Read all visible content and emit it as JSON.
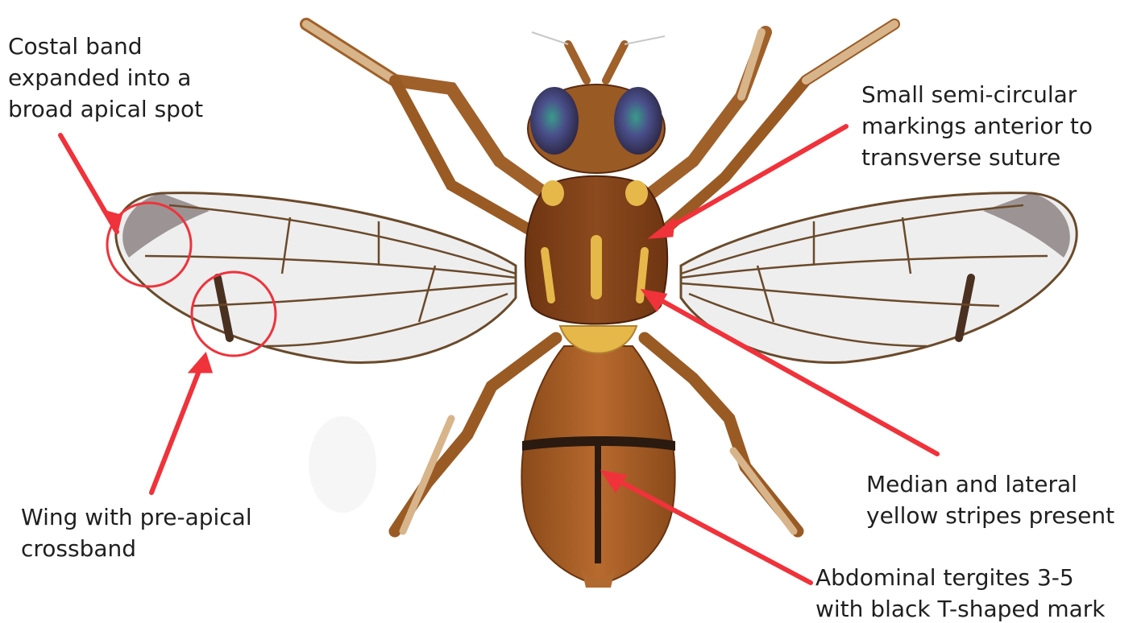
{
  "labels": {
    "costal_band": [
      "Costal band",
      "expanded into a",
      "broad apical spot"
    ],
    "semi_circular": [
      "Small semi-circular",
      "markings anterior to",
      "transverse suture"
    ],
    "pre_apical": [
      "Wing with pre-apical",
      "crossband"
    ],
    "yellow_stripes": [
      "Median and lateral",
      "yellow stripes present"
    ],
    "abdominal": [
      "Abdominal tergites 3-5",
      "with black T-shaped mark"
    ]
  },
  "colors": {
    "annotation": "#f0323a",
    "text": "#1f1f1f",
    "body_brown": "#8a4a1c",
    "stripe_yellow": "#e6b84a",
    "wing_vein": "#5a3a1c"
  }
}
